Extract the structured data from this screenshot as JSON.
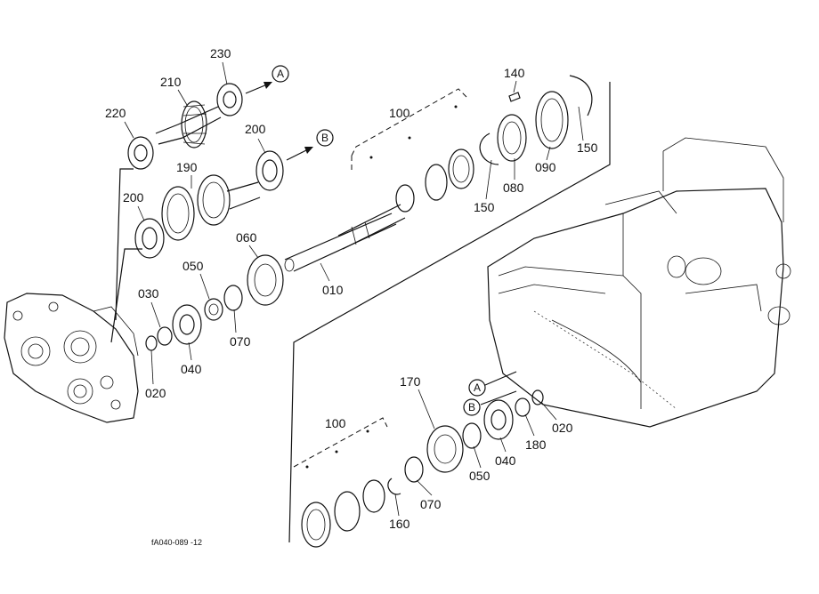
{
  "labels": {
    "p230": "230",
    "p210": "210",
    "p220": "220",
    "p200a": "200",
    "p190": "190",
    "p200b": "200",
    "p060": "060",
    "p050a": "050",
    "p030": "030",
    "p070a": "070",
    "p040a": "040",
    "p020a": "020",
    "p010": "010",
    "p100a": "100",
    "p140": "140",
    "p150a": "150",
    "p080": "080",
    "p090": "090",
    "p150b": "150",
    "p170": "170",
    "p100b": "100",
    "p050b": "050",
    "p040b": "040",
    "p180": "180",
    "p020b": "020",
    "p070b": "070",
    "p160": "160"
  },
  "callouts": {
    "a": "A",
    "b": "B"
  },
  "caption": "fA040-089 -12"
}
